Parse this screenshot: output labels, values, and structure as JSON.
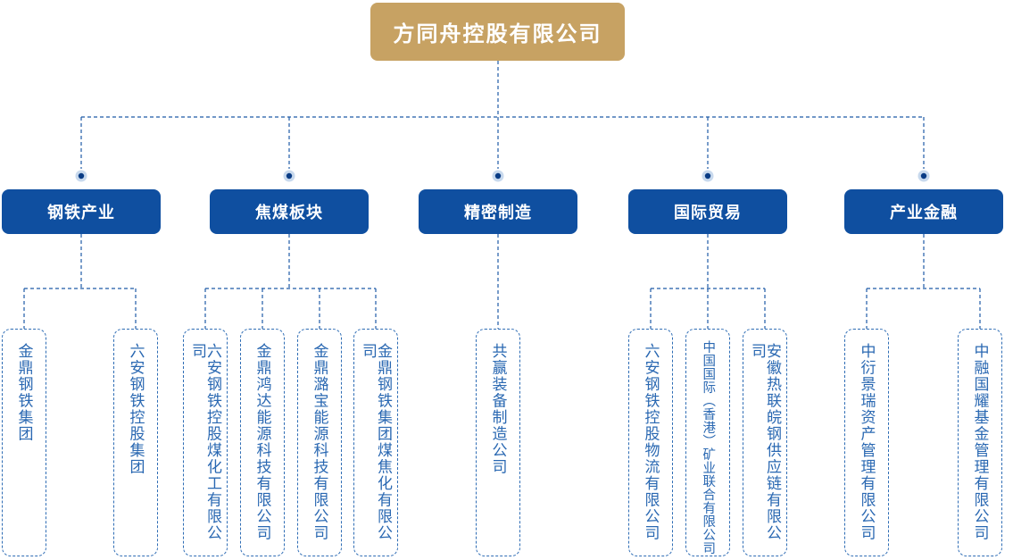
{
  "root": {
    "label": "方同舟控股有限公司"
  },
  "branches": [
    {
      "label": "钢铁产业",
      "children": [
        "金鼎钢铁集团",
        "六安钢铁控股集团"
      ]
    },
    {
      "label": "焦煤板块",
      "children": [
        "六安钢铁控股煤化工有限公司",
        "金鼎鸿达能源科技有限公司",
        "金鼎潞宝能源科技有限公司",
        "金鼎钢铁集团煤焦化有限公司"
      ]
    },
    {
      "label": "精密制造",
      "children": [
        "共赢装备制造公司"
      ]
    },
    {
      "label": "国际贸易",
      "children": [
        "六安钢铁控股物流有限公司",
        "中国国际（香港）矿业联合有限公司",
        "安徽热联皖钢供应链有限公司"
      ]
    },
    {
      "label": "产业金融",
      "children": [
        "中衍景瑞资产管理有限公司",
        "中融国耀基金管理有限公司"
      ]
    }
  ],
  "colors": {
    "root_bg": "#C7A263",
    "branch_bg": "#0F4FA0",
    "connector_line": "#1E5BA7",
    "leaf_text": "#2A68B2",
    "dot_core": "#0A3C85",
    "dot_halo": "#C8D9ED"
  }
}
